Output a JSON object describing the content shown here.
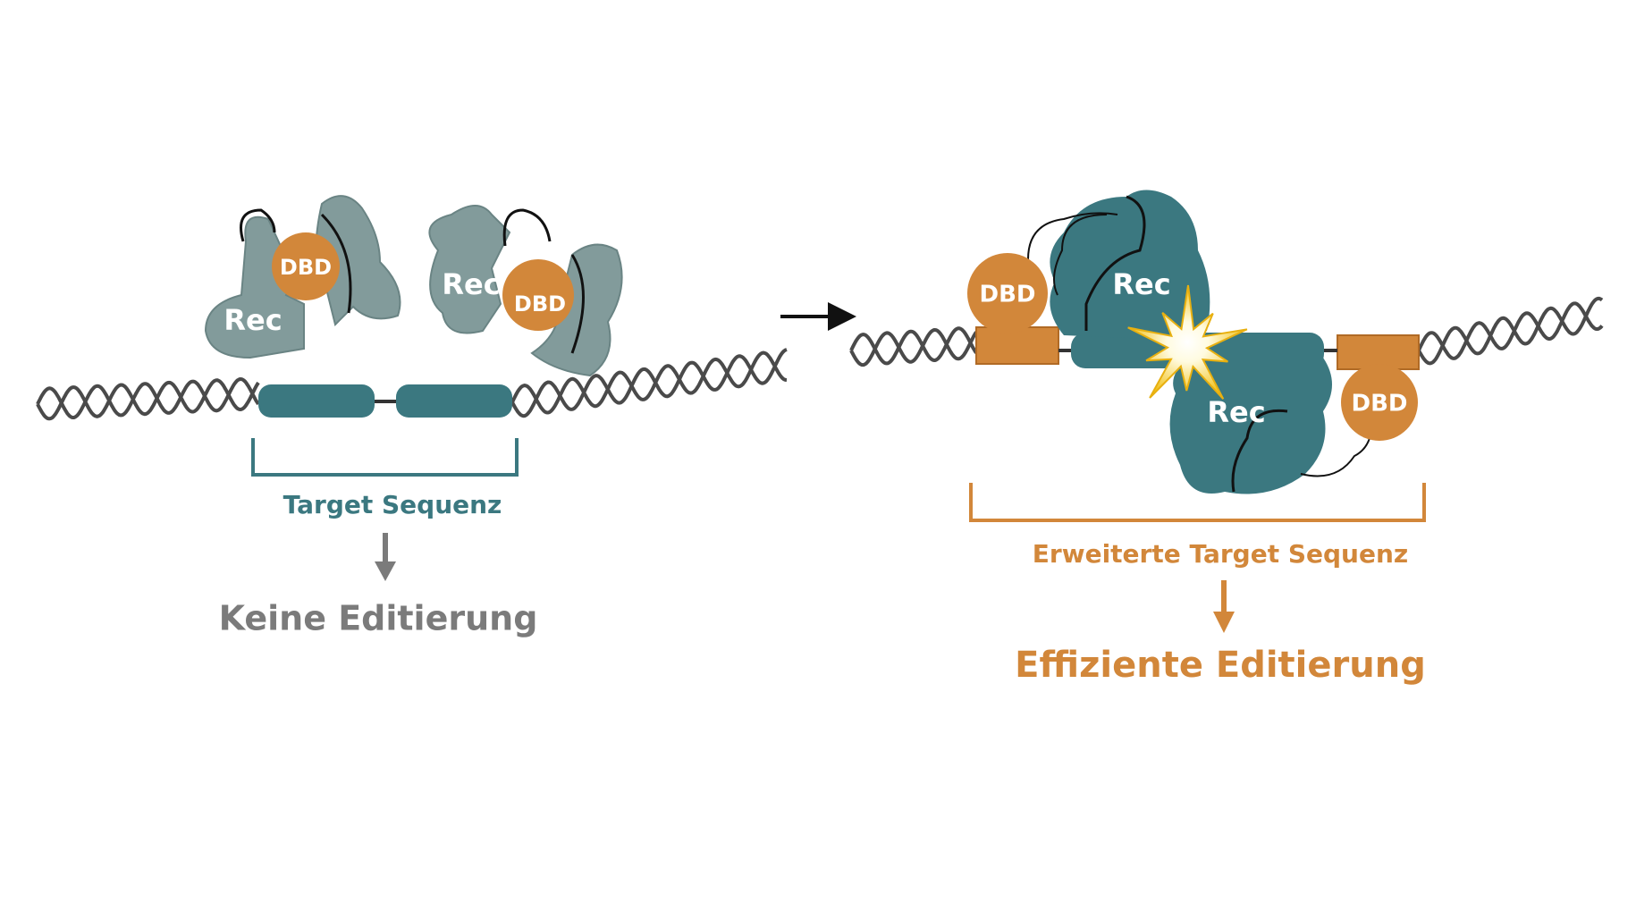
{
  "left_panel": {
    "protein_1": {
      "rec_label": "Rec",
      "dbd_label": "DBD"
    },
    "protein_2": {
      "rec_label": "Rec",
      "dbd_label": "DBD"
    },
    "bracket_label": "Target Sequenz",
    "result_label": "Keine Editierung"
  },
  "right_panel": {
    "rec_top_label": "Rec",
    "rec_bottom_label": "Rec",
    "dbd_left_label": "DBD",
    "dbd_right_label": "DBD",
    "bracket_label": "Erweiterte Target Sequenz",
    "result_label": "Effiziente Editierung"
  },
  "colors": {
    "inactive_protein": "#829b9b",
    "active_protein": "#3b7880",
    "dbd": "#d2873a",
    "dna": "#4a4a4a",
    "grey_text": "#7b7b7b",
    "star": "#f5d21a"
  }
}
